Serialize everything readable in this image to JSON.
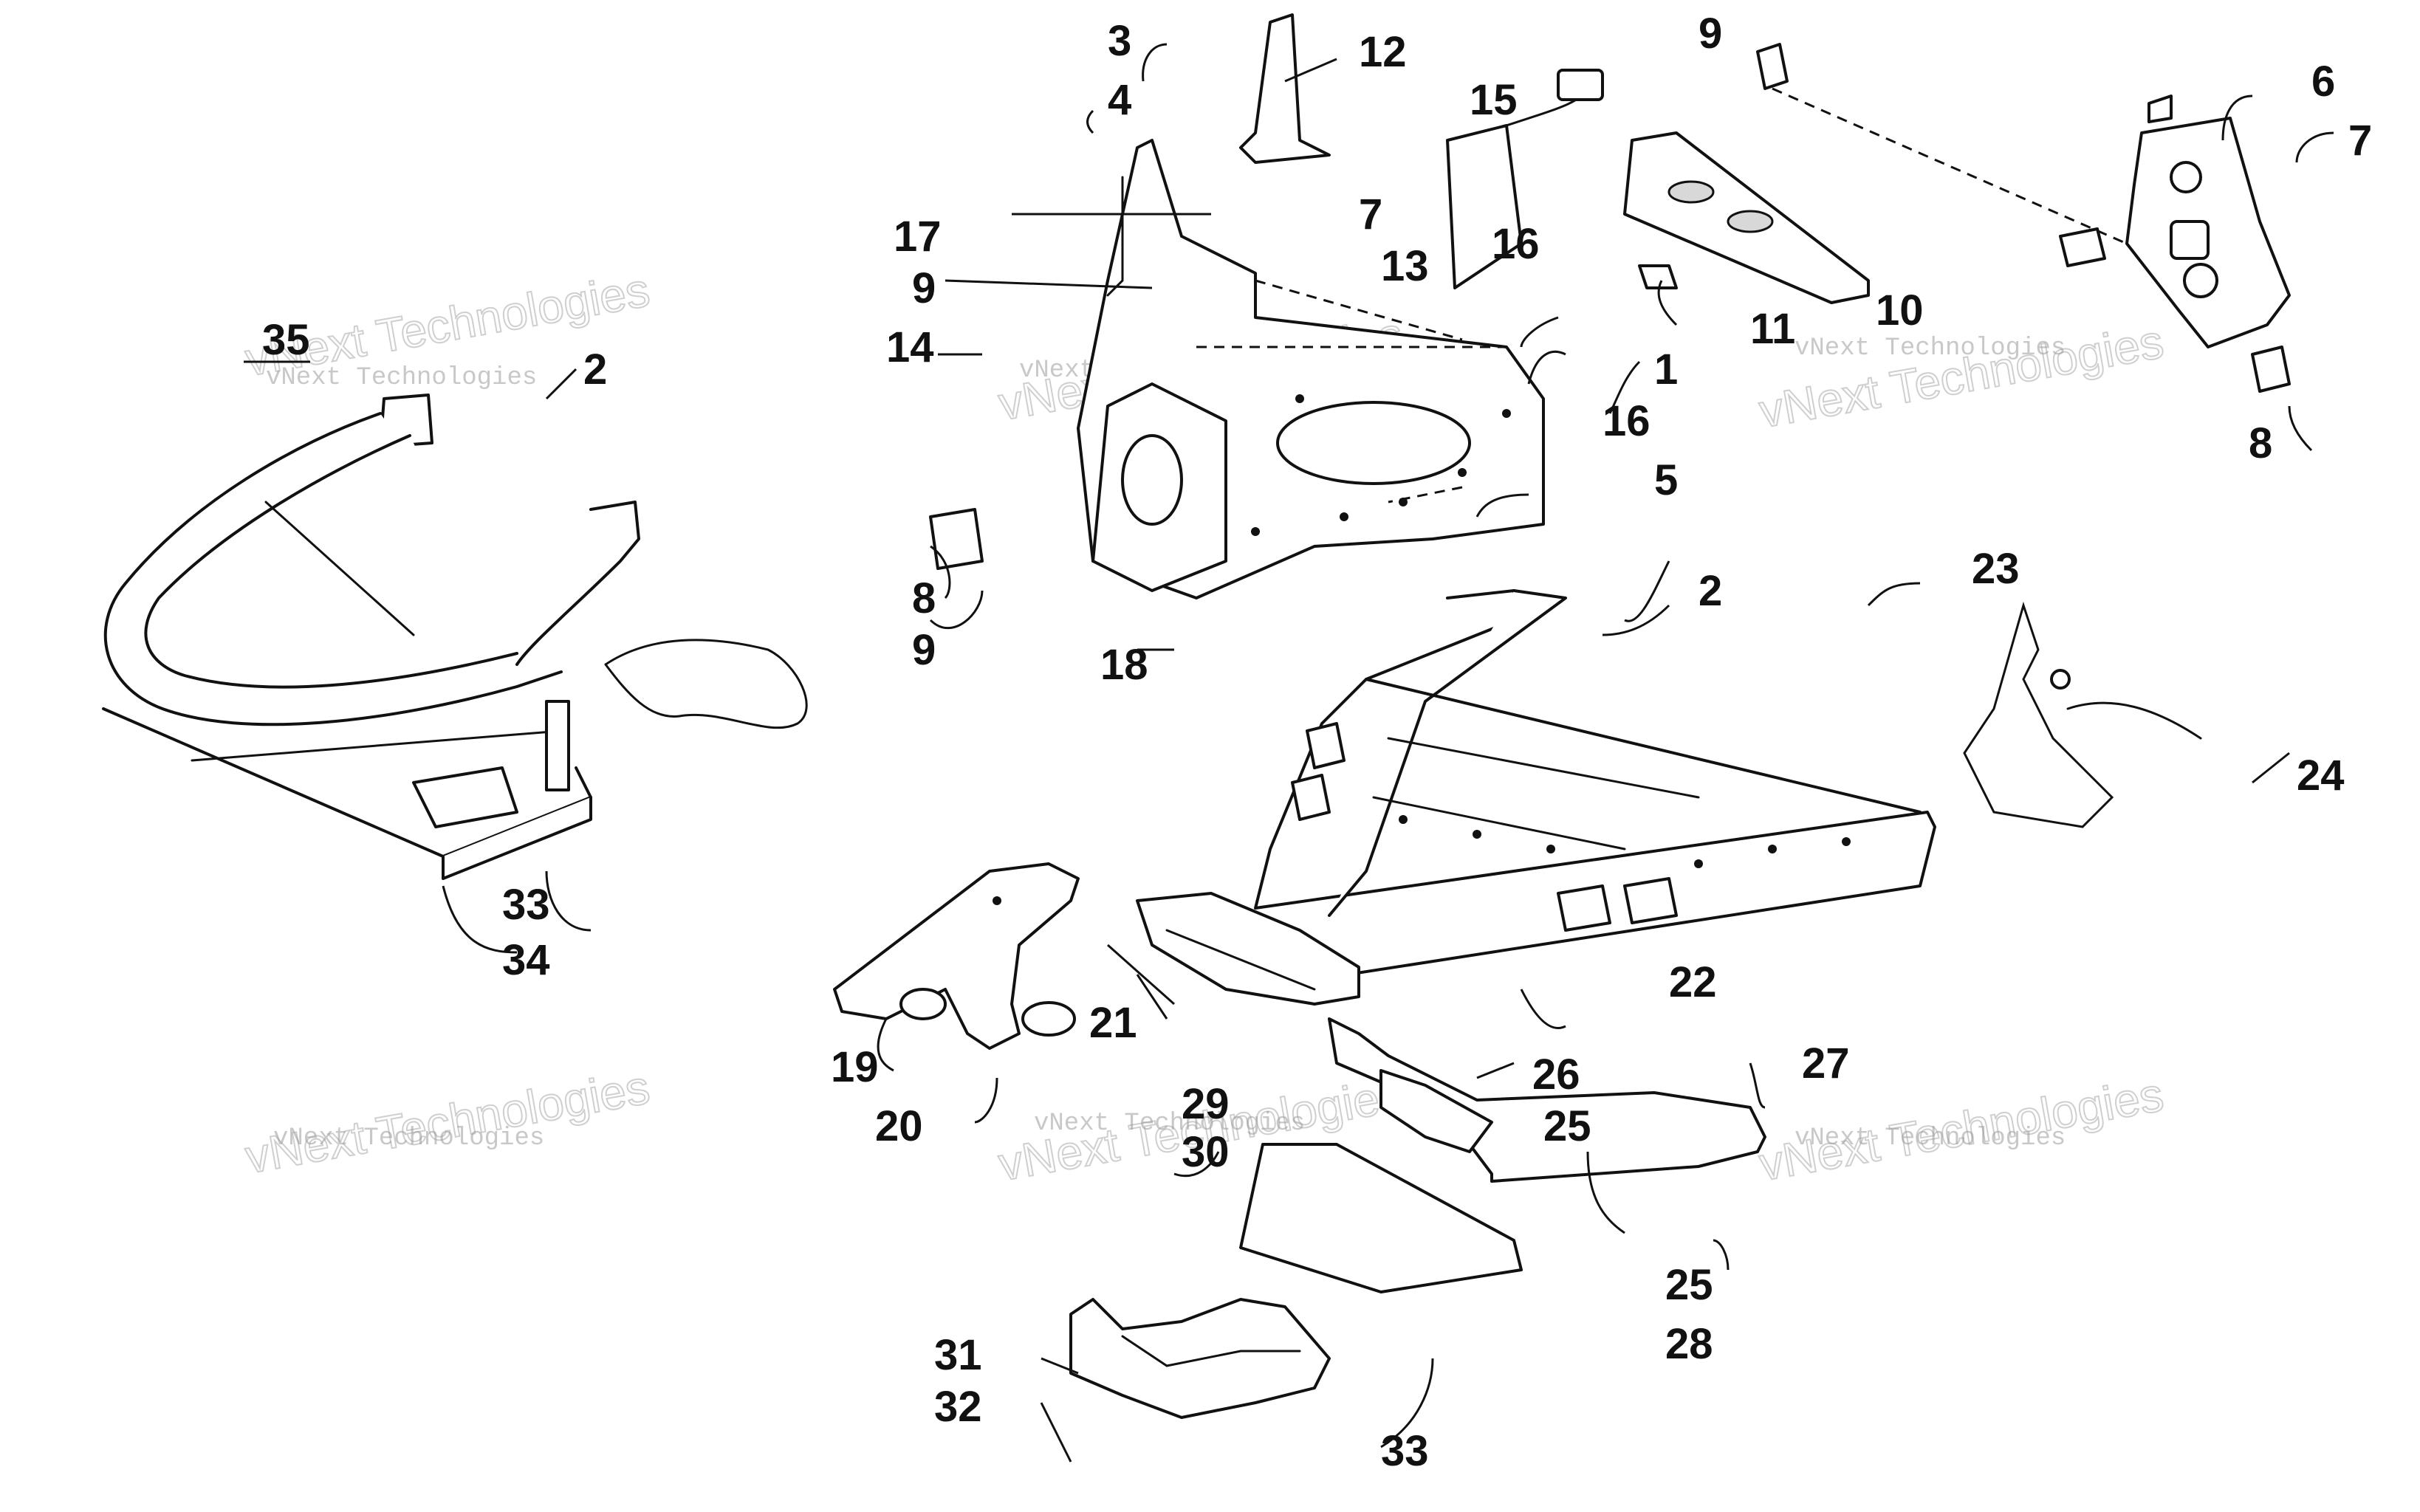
{
  "callouts": [
    {
      "id": "c1",
      "text": "1"
    },
    {
      "id": "c2a",
      "text": "2"
    },
    {
      "id": "c2b",
      "text": "2"
    },
    {
      "id": "c3",
      "text": "3"
    },
    {
      "id": "c4",
      "text": "4"
    },
    {
      "id": "c5",
      "text": "5"
    },
    {
      "id": "c6",
      "text": "6"
    },
    {
      "id": "c7a",
      "text": "7"
    },
    {
      "id": "c7b",
      "text": "7"
    },
    {
      "id": "c8a",
      "text": "8"
    },
    {
      "id": "c8b",
      "text": "8"
    },
    {
      "id": "c9a",
      "text": "9"
    },
    {
      "id": "c9b",
      "text": "9"
    },
    {
      "id": "c9c",
      "text": "9"
    },
    {
      "id": "c10",
      "text": "10"
    },
    {
      "id": "c11",
      "text": "11"
    },
    {
      "id": "c12",
      "text": "12"
    },
    {
      "id": "c13",
      "text": "13"
    },
    {
      "id": "c14",
      "text": "14"
    },
    {
      "id": "c15",
      "text": "15"
    },
    {
      "id": "c16a",
      "text": "16"
    },
    {
      "id": "c16b",
      "text": "16"
    },
    {
      "id": "c17",
      "text": "17"
    },
    {
      "id": "c18",
      "text": "18"
    },
    {
      "id": "c19",
      "text": "19"
    },
    {
      "id": "c20",
      "text": "20"
    },
    {
      "id": "c21",
      "text": "21"
    },
    {
      "id": "c22",
      "text": "22"
    },
    {
      "id": "c23",
      "text": "23"
    },
    {
      "id": "c24",
      "text": "24"
    },
    {
      "id": "c25a",
      "text": "25"
    },
    {
      "id": "c25b",
      "text": "25"
    },
    {
      "id": "c26",
      "text": "26"
    },
    {
      "id": "c27",
      "text": "27"
    },
    {
      "id": "c28",
      "text": "28"
    },
    {
      "id": "c29",
      "text": "29"
    },
    {
      "id": "c30",
      "text": "30"
    },
    {
      "id": "c31",
      "text": "31"
    },
    {
      "id": "c32",
      "text": "32"
    },
    {
      "id": "c33a",
      "text": "33"
    },
    {
      "id": "c33b",
      "text": "33"
    },
    {
      "id": "c34",
      "text": "34"
    },
    {
      "id": "c35",
      "text": "35"
    }
  ],
  "watermark": {
    "company": "vNext Technologies",
    "big": "vNext Technologies"
  }
}
